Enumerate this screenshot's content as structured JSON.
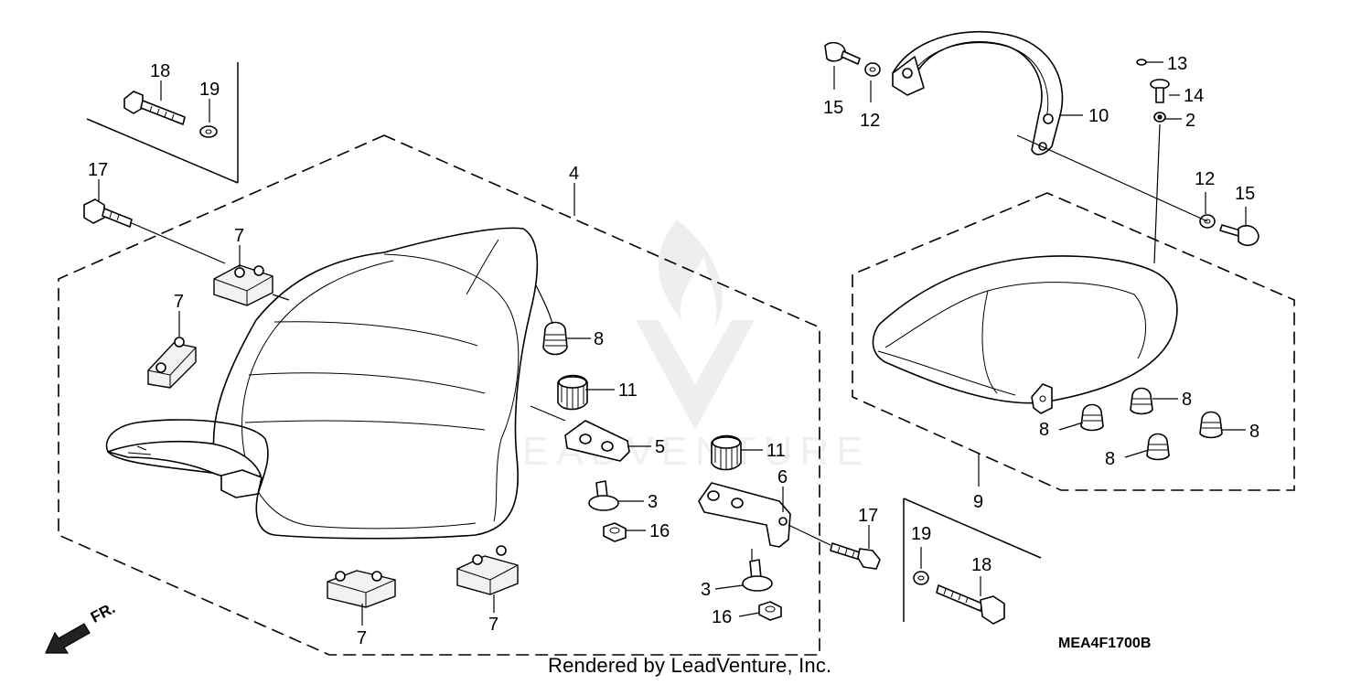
{
  "diagram": {
    "callouts": {
      "c18a": "18",
      "c19a": "19",
      "c17a": "17",
      "c7a": "7",
      "c7b": "7",
      "c4": "4",
      "c8a": "8",
      "c11a": "11",
      "c5": "5",
      "c3a": "3",
      "c16a": "16",
      "c11b": "11",
      "c6": "6",
      "c17b": "17",
      "c3b": "3",
      "c16b": "16",
      "c7c": "7",
      "c7d": "7",
      "c15a": "15",
      "c12a": "12",
      "c10": "10",
      "c13": "13",
      "c14": "14",
      "c2": "2",
      "c12b": "12",
      "c15b": "15",
      "c8b": "8",
      "c8c": "8",
      "c8d": "8",
      "c8e": "8",
      "c9": "9",
      "c19b": "19",
      "c18b": "18"
    },
    "direction_label": "FR.",
    "diagram_code": "MEA4F1700B",
    "footer": "Rendered by LeadVenture, Inc.",
    "watermark": "LEADVENTURE"
  }
}
